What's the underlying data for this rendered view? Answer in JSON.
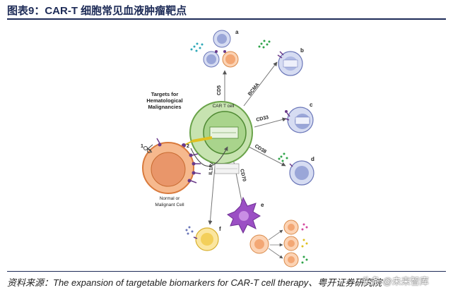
{
  "header": {
    "title": "图表9：CAR-T 细胞常见血液肿瘤靶点"
  },
  "diagram": {
    "center_title": [
      "Targets for",
      "Hematological",
      "Malignancies"
    ],
    "car_t_label": "CAR T cell",
    "normal_cell_label": [
      "Normal or",
      "Malignant Cell"
    ],
    "panel_letters": [
      "a",
      "b",
      "c",
      "d",
      "e",
      "f"
    ],
    "targets": [
      "CD5",
      "BCMA",
      "CD33",
      "CD38",
      "CD70",
      "IL1RAP/IL1RAP2"
    ],
    "numbers": [
      "1",
      "2"
    ]
  },
  "footer": {
    "source": "资料来源：The expansion of targetable biomarkers for CAR-T cell therapy、粤开证券研究院",
    "watermark": "头条 @未来智库"
  }
}
